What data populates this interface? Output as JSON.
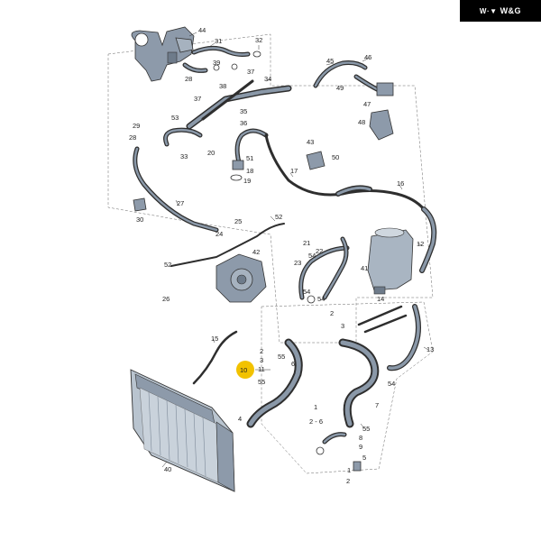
{
  "logo": {
    "mark": "W·▼",
    "text": "W&G"
  },
  "highlight": {
    "label": "10",
    "color": "#f2c200"
  },
  "colors": {
    "hose": "#2e2e2e",
    "part": "#8d9aaa",
    "radiator": "#b9c4cf"
  },
  "callouts": {
    "c44": "44",
    "c31": "31",
    "c32": "32",
    "c28a": "28",
    "c39": "39",
    "c37a": "37",
    "c38": "38",
    "c34": "34",
    "c45": "45",
    "c46": "46",
    "c49": "49",
    "c47": "47",
    "c48": "48",
    "c37b": "37",
    "c53": "53",
    "c35": "35",
    "c36": "36",
    "c29": "29",
    "c28b": "28",
    "c33": "33",
    "c20": "20",
    "c51": "51",
    "c18": "18",
    "c19": "19",
    "c43": "43",
    "c50": "50",
    "c17": "17",
    "c16": "16",
    "c27": "27",
    "c30": "30",
    "c25": "25",
    "c52a": "52",
    "c24": "24",
    "c42": "42",
    "c21": "21",
    "c22": "22",
    "c54a": "54",
    "c23": "23",
    "c54b": "54",
    "c12": "12",
    "c41": "41",
    "c52b": "52",
    "c26": "26",
    "c54c": "54",
    "c14": "14",
    "c2a": "2",
    "c3": "3",
    "c13": "13",
    "c15": "15",
    "c2b": "2",
    "c3b": "3",
    "c11": "11",
    "c55a": "55",
    "c6": "6",
    "c55b": "55",
    "c54d": "54",
    "c7": "7",
    "c1": "1",
    "c2c": "2 - 6",
    "c55c": "55",
    "c8": "8",
    "c9": "9",
    "c5": "5",
    "c40": "40",
    "c4": "4",
    "c1b": "1",
    "c2d": "2"
  }
}
